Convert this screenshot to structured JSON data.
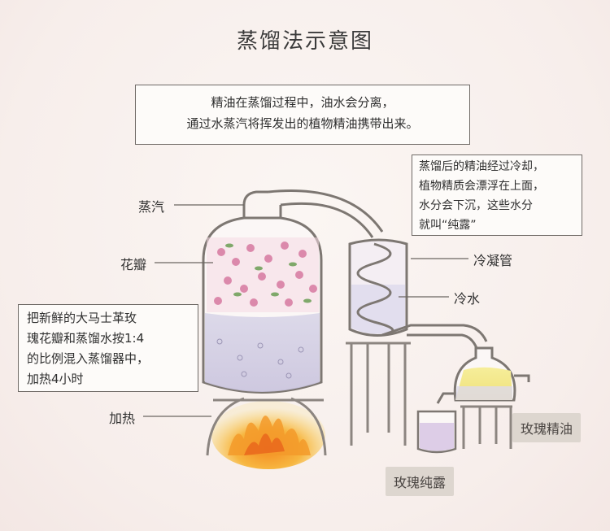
{
  "title": "蒸馏法示意图",
  "intro": {
    "line1": "精油在蒸馏过程中，油水会分离，",
    "line2": "通过水蒸汽将挥发出的植物精油携带出来。"
  },
  "after_note": {
    "line1": "蒸馏后的精油经过冷却，",
    "line2": "植物精质会漂浮在上面，",
    "line3": "水分会下沉，这些水分",
    "line4": "就叫“纯露”"
  },
  "recipe_note": {
    "line1": "把新鲜的大马士革玫",
    "line2": "瑰花瓣和蒸馏水按1:4",
    "line3": "的比例混入蒸馏器中，",
    "line4": "加热4小时"
  },
  "labels": {
    "steam": "蒸汽",
    "petals": "花瓣",
    "heat": "加热",
    "condenser": "冷凝管",
    "cold_water": "冷水"
  },
  "tags": {
    "rose_oil": "玫瑰精油",
    "rose_hydrosol": "玫瑰纯露"
  }
}
